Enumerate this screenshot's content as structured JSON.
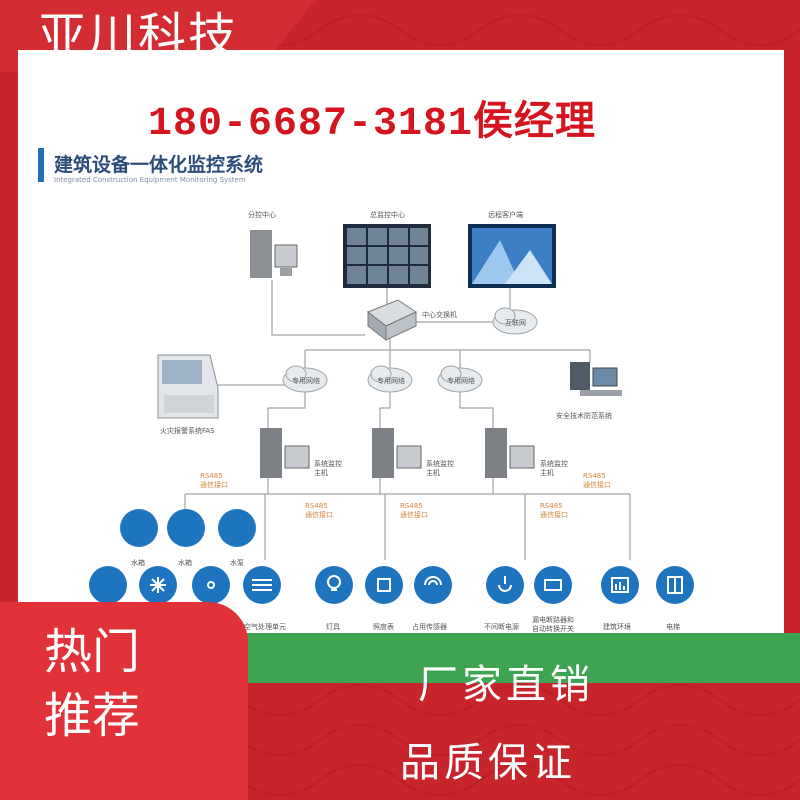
{
  "brand": "亚川科技",
  "phone": "180-6687-3181侯经理",
  "diagram": {
    "title": "建筑设备一体化监控系统",
    "subtitle": "Integrated Construction Equipment Monitoring System",
    "nodes": {
      "branch_center": "分控中心",
      "main_center": "总监控中心",
      "remote_client": "远程客户端",
      "central_switch": "中心交换机",
      "cloud_right": "互联网",
      "cloud1": "专用网络",
      "cloud2": "专用网络",
      "cloud3": "专用网络",
      "fire_alarm": "火灾报警系统FAS",
      "security": "安全技术防范系统",
      "host1": "系统监控\n主机",
      "host2": "系统监控\n主机",
      "host3": "系统监控\n主机",
      "rs1": "RS485\n通信接口",
      "rs2": "RS485\n通信接口",
      "rs3": "RS485\n通信接口",
      "rs4": "RS485\n通信接口",
      "rs5": "RS485\n通信接口"
    },
    "devices_top": [
      "水箱",
      "水箱",
      "水泵"
    ],
    "devices_bottom": [
      "空气处理单元",
      "灯具",
      "照度表",
      "占用传感器",
      "不间断电源",
      "漏电断路器和\n自动转换开关",
      "建筑环境",
      "电梯"
    ],
    "colors": {
      "accent": "#1e6fb8",
      "icon_circle": "#1f74c0"
    }
  },
  "banner": {
    "slogan1": "厂家直销",
    "slogan2": "品质保证",
    "hot_line1": "热门",
    "hot_line2": "推荐"
  }
}
